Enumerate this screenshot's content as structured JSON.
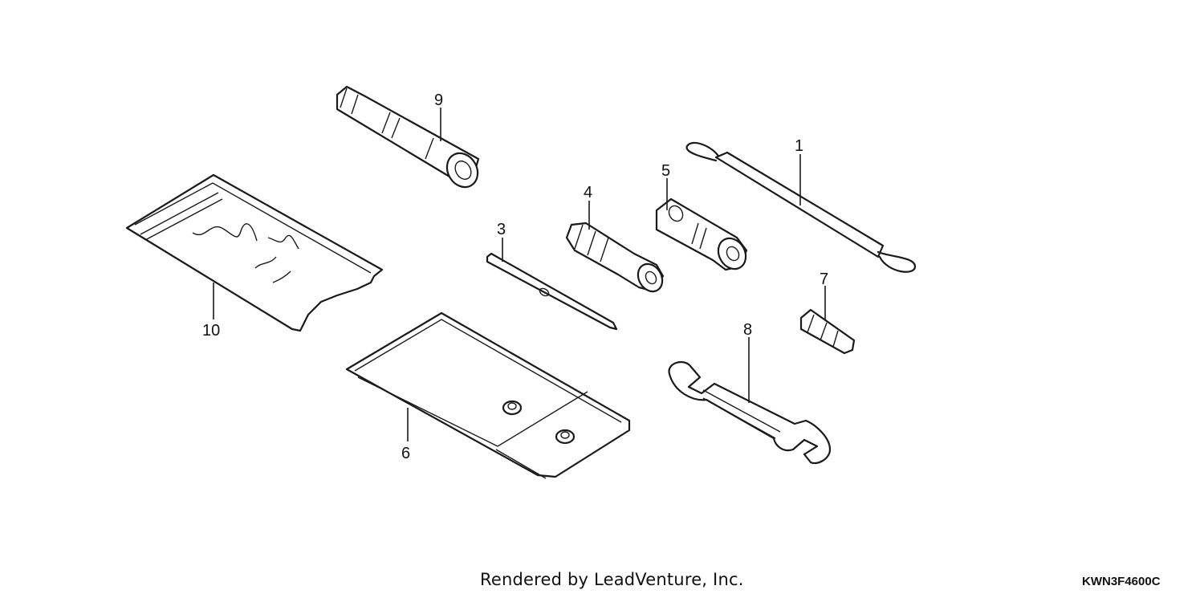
{
  "callouts": {
    "p1": "1",
    "p3": "3",
    "p4": "4",
    "p5": "5",
    "p6": "6",
    "p7": "7",
    "p8": "8",
    "p9": "9",
    "p10": "10"
  },
  "footer": {
    "credit": "Rendered by LeadVenture, Inc.",
    "code": "KWN3F4600C"
  }
}
